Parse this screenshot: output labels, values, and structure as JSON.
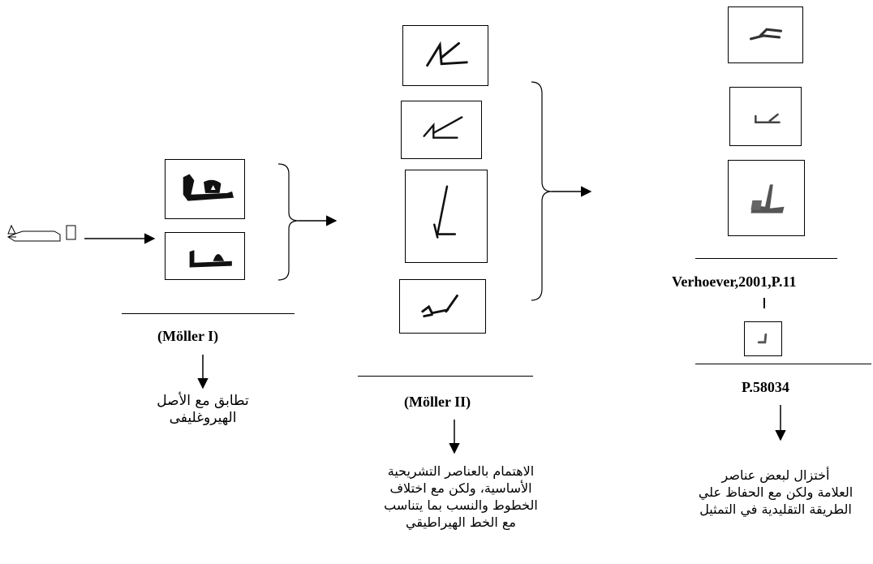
{
  "stages": [
    {
      "id": "moller-1",
      "source_label": "(Möller I)",
      "description_lines": [
        "تطابق مع الأصل",
        "الهيروغليفى"
      ]
    },
    {
      "id": "moller-2",
      "source_label": "(Möller II)",
      "description_lines": [
        "الاهتمام بالعناصر التشريحية",
        "الأساسية، ولكن مع اختلاف",
        "الخطوط والنسب بما يتناسب",
        "مع الخط الهيراطيقي"
      ]
    },
    {
      "id": "late",
      "source_label_primary": "Verhoever,2001,P.11",
      "source_label_secondary": "P.58034",
      "description_lines": [
        "أختزال لبعض عناصر",
        "العلامة ولكن مع الحفاظ علي",
        "الطريقة التقليدية في التمثيل"
      ]
    }
  ],
  "icons": [
    "hieroglyph-sign-icon",
    "hieratic-sign-icon",
    "arrow-right-icon",
    "arrow-down-icon",
    "curly-brace-icon"
  ]
}
